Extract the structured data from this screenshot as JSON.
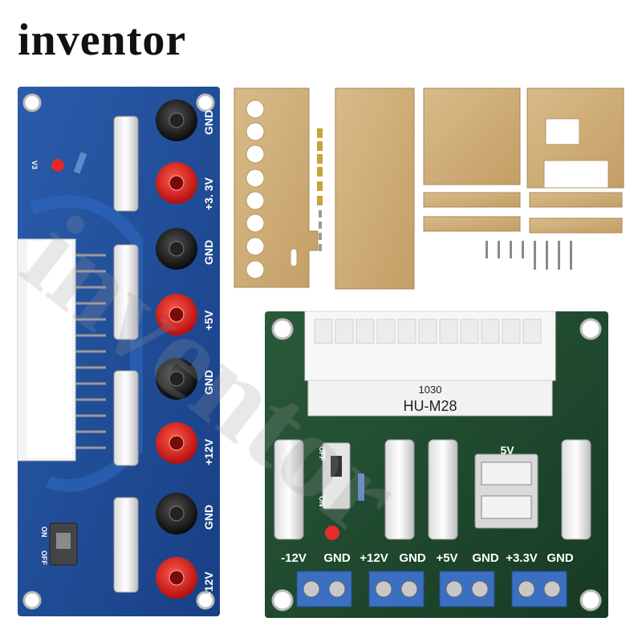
{
  "brand": "inventor",
  "vertical_board": {
    "version_text": "V3",
    "switch_on": "ON",
    "switch_off": "OFF",
    "terminals": [
      "GND",
      "+3. 3V",
      "GND",
      "+5V",
      "GND",
      "+12V",
      "GND",
      "-12V"
    ]
  },
  "square_board": {
    "model_top": "1030",
    "model": "HU-M28",
    "usb_label": "5V",
    "switch_off": "OFF",
    "switch_on": "ON",
    "outputs": [
      "-12V",
      "GND",
      "+12V",
      "GND",
      "+5V",
      "GND",
      "+3.3V",
      "GND"
    ]
  },
  "watermark": "inventor",
  "colors": {
    "board_blue": "#1f4e9a",
    "board_green": "#1e4a2e",
    "acrylic": "#cfae78",
    "post_red": "#d61f1f",
    "terminal_blue": "#3b6fc2"
  }
}
